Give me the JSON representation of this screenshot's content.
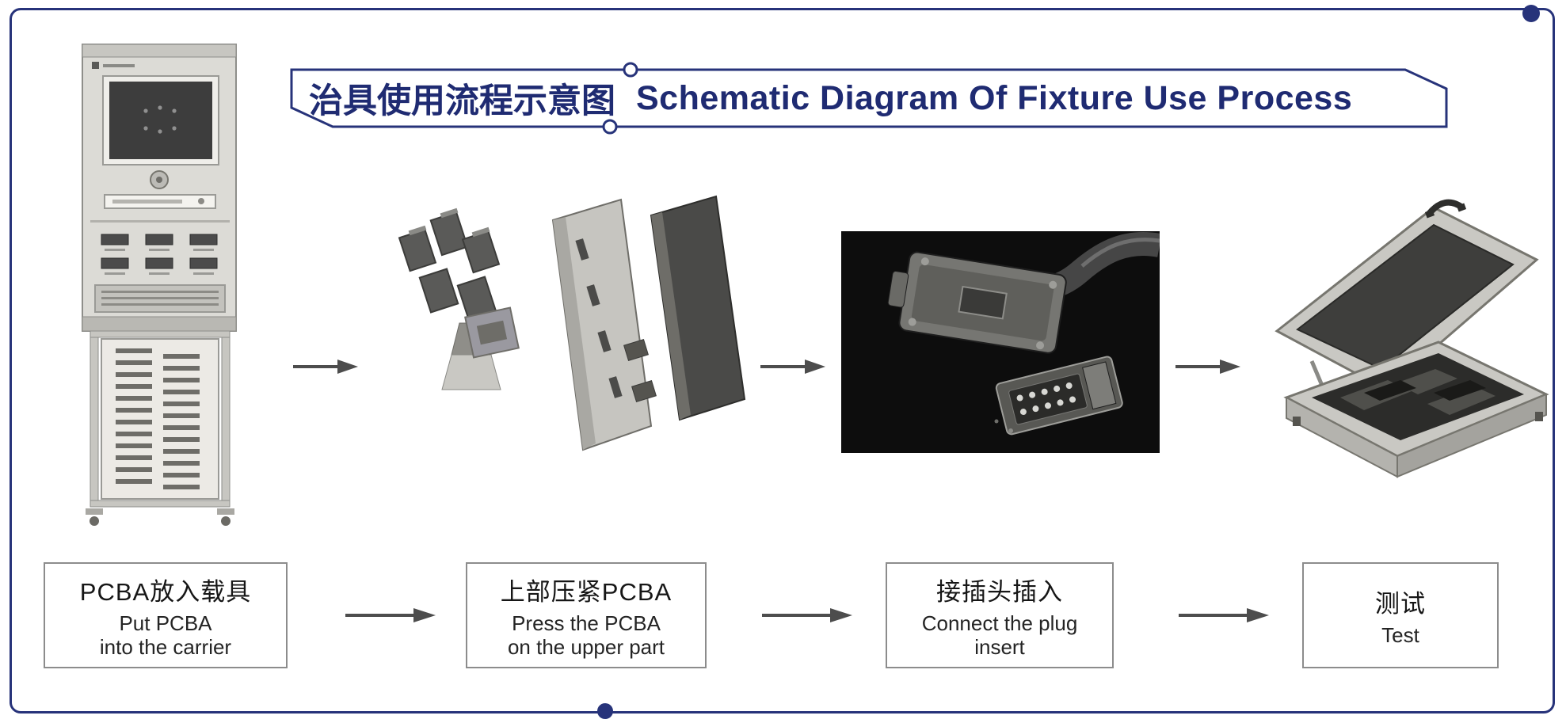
{
  "title": {
    "cn": "治具使用流程示意图",
    "en": "Schematic Diagram Of Fixture Use Process"
  },
  "steps": [
    {
      "label_cn": "PCBA放入载具",
      "label_en1": "Put PCBA",
      "label_en2": "into the carrier",
      "image": "test-machine"
    },
    {
      "label_cn": "上部压紧PCBA",
      "label_en1": "Press the PCBA",
      "label_en2": "on the upper part",
      "image": "fixture-press-assembly"
    },
    {
      "label_cn": "接插头插入",
      "label_en1": "Connect the plug",
      "label_en2": "insert",
      "image": "plug-connector"
    },
    {
      "label_cn": "测试",
      "label_en1": "Test",
      "label_en2": "",
      "image": "open-test-fixture-case"
    }
  ],
  "icons": {
    "flow_arrow": "arrow-right",
    "banner_nodes": "circle-node"
  },
  "colors": {
    "accent_navy": "#27337a",
    "title_text": "#1f2b72",
    "arrow_gray": "#4d4d4d",
    "box_border_gray": "#8c8c8c",
    "box_text": "#1c1c1c"
  }
}
